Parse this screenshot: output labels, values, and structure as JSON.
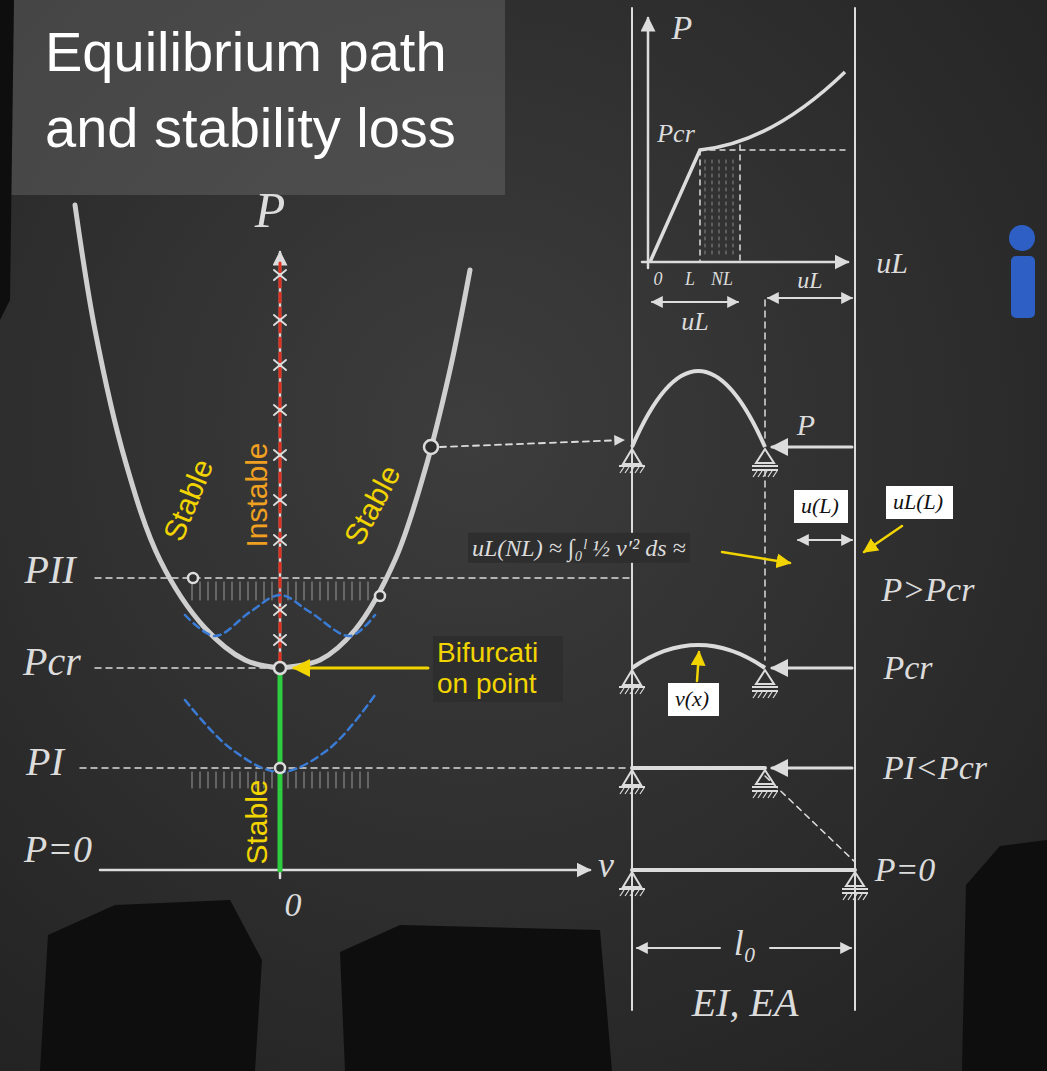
{
  "diagram": {
    "title": "Equilibrium path and stability loss",
    "nodes": [
      {
        "text": [
          "u(L)"
        ]
      },
      {
        "text": [
          "uL(L)"
        ]
      },
      {
        "text": [
          "v(x)"
        ]
      }
    ],
    "labels": [
      "P",
      "Stable",
      "Instable",
      "Stable",
      "PII",
      "Pcr",
      "Bifurcati on point",
      "PI",
      "Stable",
      "P=0",
      "0",
      "v",
      "P",
      "Pcr",
      "0",
      "L",
      "NL",
      "uL",
      "uL",
      "uL",
      "P",
      "uL(NL) ≈ ∫₀ˡ ½ v′² ds ≈",
      "P>Pcr",
      "Pcr",
      "PI<Pcr",
      "P=0",
      "l₀",
      "EI, EA"
    ]
  }
}
